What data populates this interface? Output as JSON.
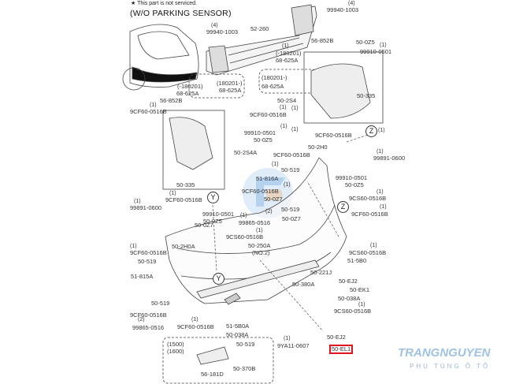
{
  "header": {
    "note": "★ This part is not serviced.",
    "title": "(W/O PARKING SENSOR)"
  },
  "watermark": {
    "brand": "TRANGNGUYEN",
    "tagline": "PHỤ TÙNG Ô TÔ",
    "colors": [
      "#2f7fd0",
      "#f4a04a"
    ]
  },
  "highlight_color": "#e0141c",
  "callouts": [
    "Y",
    "Z",
    "Z",
    "Y"
  ],
  "labels": [
    "99940-1003",
    "99940-1003",
    "52-260",
    "56-852B",
    "50-0Z5",
    "99910-0501",
    "(-180201)",
    "68-625A",
    "(180201-)",
    "68-625A",
    "(-180201)",
    "68-625A",
    "(180201-)",
    "68-625A",
    "50-2S4",
    "50-335",
    "56-852B",
    "9CF60-0516B",
    "9CF60-0516B",
    "99910-0501",
    "50-0Z5",
    "50-2S4A",
    "50-335",
    "9CF60-0516B",
    "50-2H0",
    "9CF60-0516B",
    "99891-0600",
    "50-519",
    "99910-0501",
    "50-0Z5",
    "51-816A",
    "9CF60-0516B",
    "50-0Z7",
    "9CS60-0516B",
    "99891-0600",
    "9CF60-0516B",
    "99910-0501",
    "50-0Z5",
    "50-519",
    "50-0Z7",
    "99865-0516",
    "9CF60-0516B",
    "50-0Z7",
    "9CS60-0516B",
    "50-2H0A",
    "9CF60-0516B",
    "50-250A",
    "(NO.2)",
    "9CS60-0516B",
    "50-519",
    "51-815A",
    "51-5B0",
    "50-221J",
    "50-EJ2",
    "50-EK1",
    "50-380A",
    "50-038A",
    "50-519",
    "9CF60-0516B",
    "9CS60-0516B",
    "9CF60-0516B",
    "99865-0516",
    "51-5B0A",
    "50-038A",
    "50-519",
    "9YA11-0607",
    "50-EJ2",
    "50-EL1",
    "(1500)",
    "(1600)",
    "50-370B",
    "56-181D"
  ],
  "quantities": [
    "(4)",
    "(4)",
    "(1)",
    "(1)",
    "(1)",
    "(1)",
    "(1)",
    "(1)",
    "(1)",
    "(1)",
    "(1)",
    "(1)",
    "(1)",
    "(1)",
    "(1)",
    "(1)",
    "(2)",
    "(1)",
    "(1)",
    "(1)",
    "(1)",
    "(1)",
    "(1)",
    "(1)",
    "(1)",
    "(2)"
  ]
}
